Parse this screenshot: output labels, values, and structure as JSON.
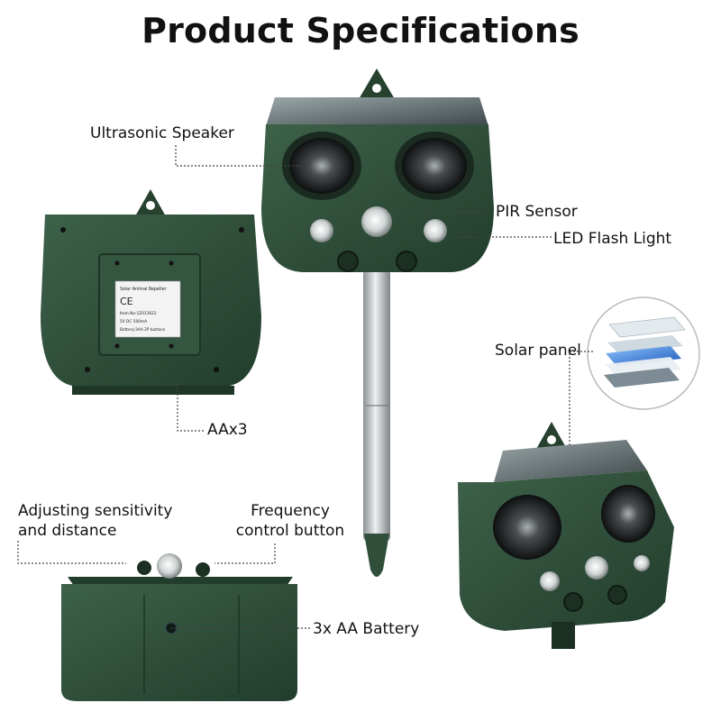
{
  "title": "Product Specifications",
  "labels": {
    "ultrasonic_speaker": "Ultrasonic Speaker",
    "pir_sensor": "PIR Sensor",
    "led_flash_light": "LED Flash Light",
    "aax3": "AAx3",
    "solar_panel": "Solar panel",
    "adjusting_line1": "Adjusting sensitivity",
    "adjusting_line2": "and distance",
    "frequency_line1": "Frequency",
    "frequency_line2": "control button",
    "battery": "3x AA  Battery"
  },
  "back_label": {
    "brand": "Solar Animal Repeller",
    "ce": "CE",
    "line1": "Item No:1Z013622",
    "line2": "5V DC 500mA",
    "line3": "Battery:3AA 2P buttons"
  },
  "colors": {
    "device_green": "#2f4f3b",
    "device_dark": "#1f3728",
    "leader": "#444444"
  }
}
